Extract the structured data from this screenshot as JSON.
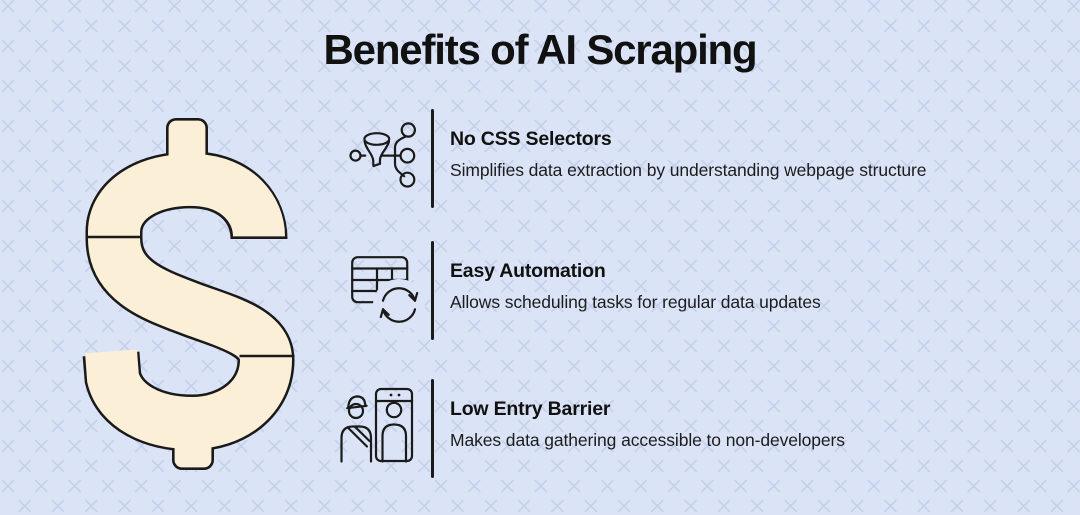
{
  "title": "Benefits of AI Scraping",
  "benefits": [
    {
      "icon": "funnel-flow-icon",
      "heading": "No CSS Selectors",
      "description": "Simplifies data extraction by understanding webpage structure"
    },
    {
      "icon": "table-sync-icon",
      "heading": "Easy Automation",
      "description": "Allows scheduling tasks for regular data  updates"
    },
    {
      "icon": "people-gate-icon",
      "heading": "Low Entry Barrier",
      "description": "Makes data gathering accessible to non-developers"
    }
  ],
  "illustration": {
    "name": "dollar-sign",
    "symbol": "$"
  },
  "colors": {
    "bg_base": "#dbe4f7",
    "pattern_cross": "#c4cfe9",
    "ink": "#111111",
    "dollar_fill": "#fcefd8",
    "outline": "#1a1a1a"
  }
}
